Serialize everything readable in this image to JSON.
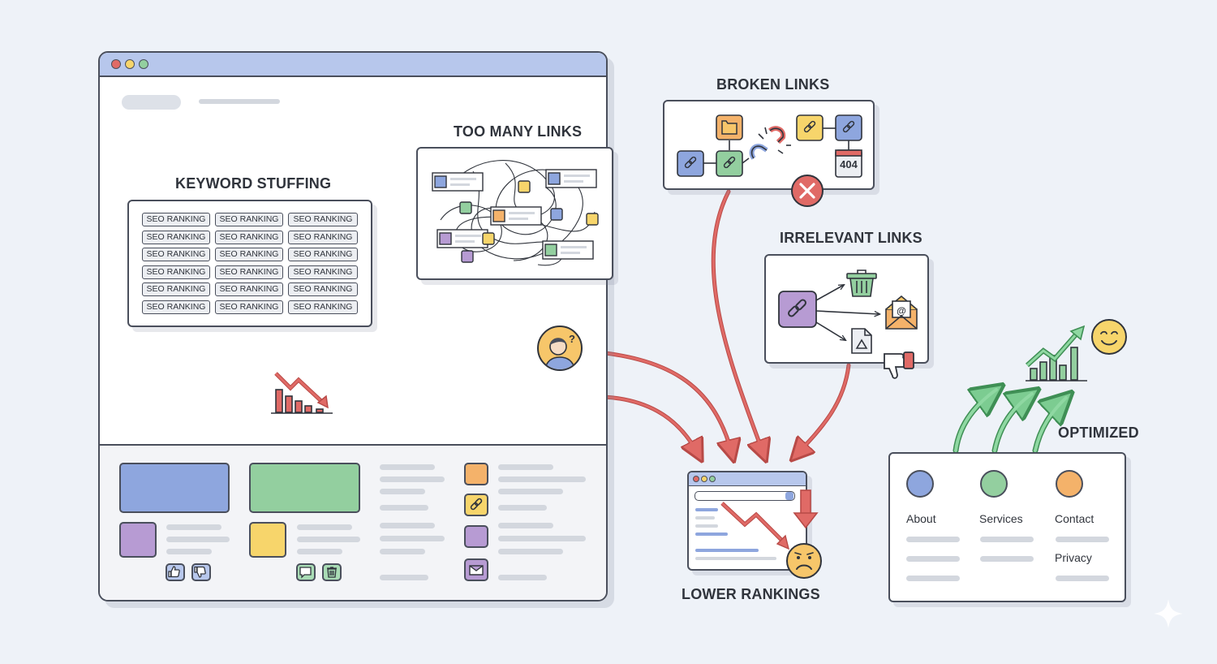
{
  "labels": {
    "keyword_stuffing": "KEYWORD STUFFING",
    "too_many_links": "TOO MANY LINKS",
    "broken_links": "BROKEN LINKS",
    "irrelevant_links": "IRRELEVANT LINKS",
    "lower_rankings": "LOWER RANKINGS",
    "optimized": "OPTIMIZED",
    "error_404": "404"
  },
  "keyword_tags": [
    "SEO RANKING",
    "SEO RANKING",
    "SEO RANKING",
    "SEO RANKING",
    "SEO RANKING",
    "SEO RANKING",
    "SEO RANKING",
    "SEO RANKING",
    "SEO RANKING",
    "SEO RANKING",
    "SEO RANKING",
    "SEO RANKING",
    "SEO RANKING",
    "SEO RANKING",
    "SEO RANKING",
    "SEO RANKING",
    "SEO RANKING",
    "SEO RANKING"
  ],
  "optimized_nav": {
    "items": [
      "About",
      "Services",
      "Contact",
      "Privacy"
    ]
  },
  "colors": {
    "blue": "#8ea6de",
    "green": "#93cf9f",
    "purple": "#b79bd3",
    "yellow": "#f7d56b",
    "orange": "#f4b26a",
    "red": "#e06a66",
    "arrow_green": "#6dbd82",
    "window_bar": "#b7c7ec"
  }
}
